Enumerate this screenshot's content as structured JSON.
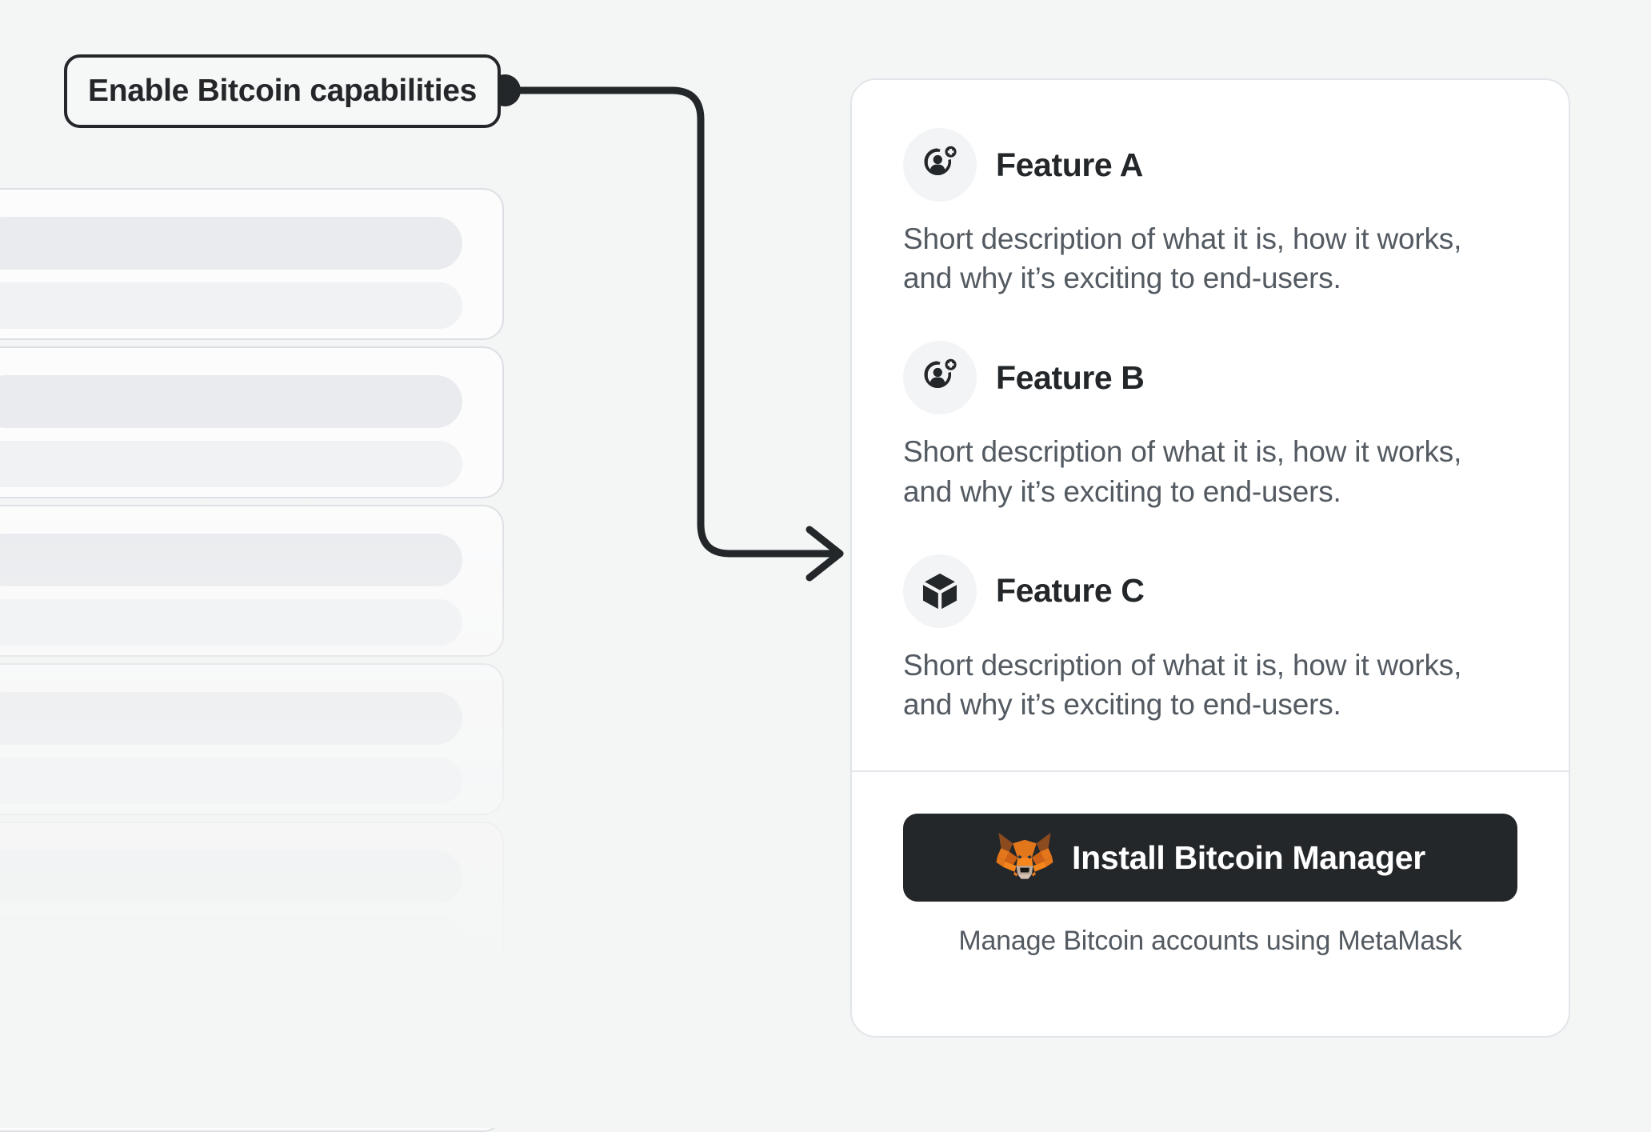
{
  "theme": {
    "page_background": "#F4F5F5",
    "card_background": "#FFFFFF",
    "card_border": "#E2E5E9",
    "text_primary": "#24272A",
    "text_secondary": "#535A61",
    "button_background": "#24272A",
    "button_text": "#FFFFFF",
    "icon_badge_background": "#F2F4F6",
    "connector_stroke": "#24272A",
    "skeleton_bar": "#E9EBEE",
    "metamask_orange": "#E2761B"
  },
  "callout": {
    "label": "Enable Bitcoin capabilities",
    "connector": {
      "start_dot": true,
      "arrowhead": "right"
    }
  },
  "skeleton": {
    "card_count": 6,
    "bars_per_card": 2
  },
  "card": {
    "features": [
      {
        "icon": "user-add-icon",
        "title": "Feature A",
        "description": "Short description of what it is, how it works, and why it’s exciting to end-users."
      },
      {
        "icon": "user-add-icon",
        "title": "Feature B",
        "description": "Short description of what it is, how it works, and why it’s exciting to end-users."
      },
      {
        "icon": "cube-icon",
        "title": "Feature C",
        "description": "Short description of what it is, how it works, and why it’s exciting to end-users."
      }
    ],
    "footer": {
      "install_button": {
        "icon": "metamask-fox-icon",
        "label": "Install Bitcoin Manager"
      },
      "subtext": "Manage Bitcoin accounts using MetaMask"
    }
  }
}
